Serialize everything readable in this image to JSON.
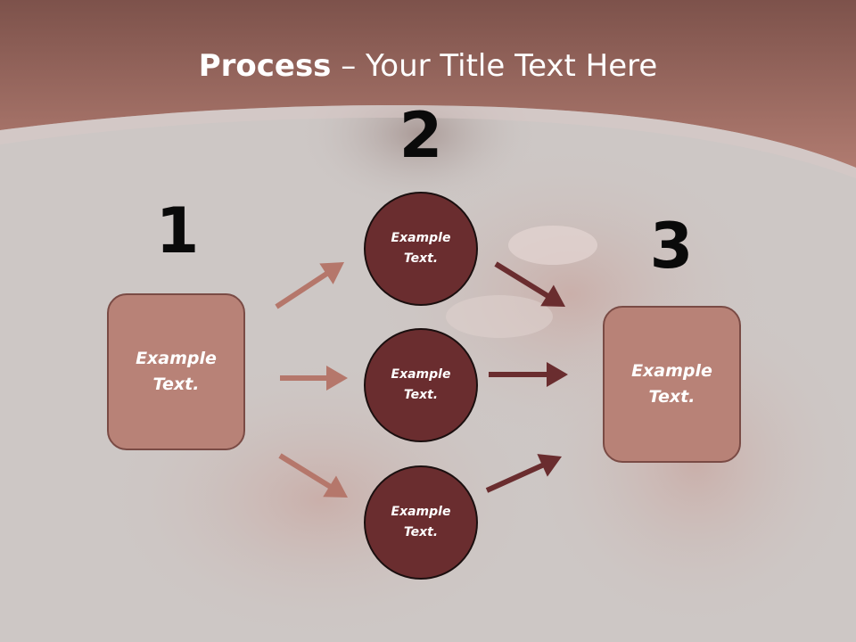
{
  "slide": {
    "title_bold": "Process",
    "title_rest": " – Your Title Text Here"
  },
  "steps": [
    {
      "number": "1"
    },
    {
      "number": "2"
    },
    {
      "number": "3"
    }
  ],
  "left_box": {
    "line1": "Example",
    "line2": "Text."
  },
  "right_box": {
    "line1": "Example",
    "line2": "Text."
  },
  "circles": [
    {
      "line1": "Example",
      "line2": "Text."
    },
    {
      "line1": "Example",
      "line2": "Text."
    },
    {
      "line1": "Example",
      "line2": "Text."
    }
  ],
  "colors": {
    "header": "#a46d64",
    "box_fill": "#b88277",
    "circle_fill": "#6a2d2f",
    "arrow_light": "#b5776b",
    "arrow_dark": "#6a2d2f"
  }
}
